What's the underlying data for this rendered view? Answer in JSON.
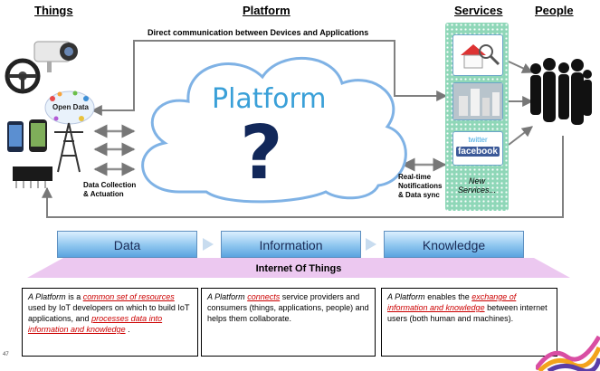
{
  "headers": {
    "things": "Things",
    "platform": "Platform",
    "services": "Services",
    "people": "People"
  },
  "top_message": "Direct communication between Devices and Applications",
  "cloud": {
    "title": "Platform",
    "symbol": "?"
  },
  "things": {
    "open_data": "Open Data"
  },
  "notes": {
    "collection_1": "Data Collection",
    "collection_2": "& Actuation",
    "realtime_1": "Real-time",
    "realtime_2": "Notifications",
    "realtime_3": "& Data sync"
  },
  "services": {
    "twitter": "twitter",
    "facebook": "facebook",
    "new_1": "New",
    "new_2": "Services..."
  },
  "pipeline": {
    "data": "Data",
    "information": "Information",
    "knowledge": "Knowledge"
  },
  "iot_band": "Internet Of Things",
  "descriptions": {
    "box1": {
      "part1": "A Platform",
      "part2": " is a ",
      "part3": "common set of resources",
      "part4": " used by IoT developers on which to build IoT applications, and ",
      "part5": "processes data into information and knowledge",
      "part6": " ."
    },
    "box2": {
      "part1": "A Platform",
      "part2": " ",
      "part3": "connects",
      "part4": " service providers and consumers (things, applications, people) and helps them collaborate."
    },
    "box3": {
      "part1": "A Platform",
      "part2": " enables the ",
      "part3": "exchange of information and knowledge",
      "part4": " between internet users (both human and machines)."
    }
  },
  "page_number": "47",
  "colors": {
    "cloud_outline": "#7fb2e5",
    "platform_text": "#3aa0d8",
    "question_mark": "#12285a",
    "services_panel": "#8fd7b8",
    "iot_band": "#ecc8f0",
    "highlight_text": "#cc0000",
    "pipeline": "#5aa3df"
  }
}
